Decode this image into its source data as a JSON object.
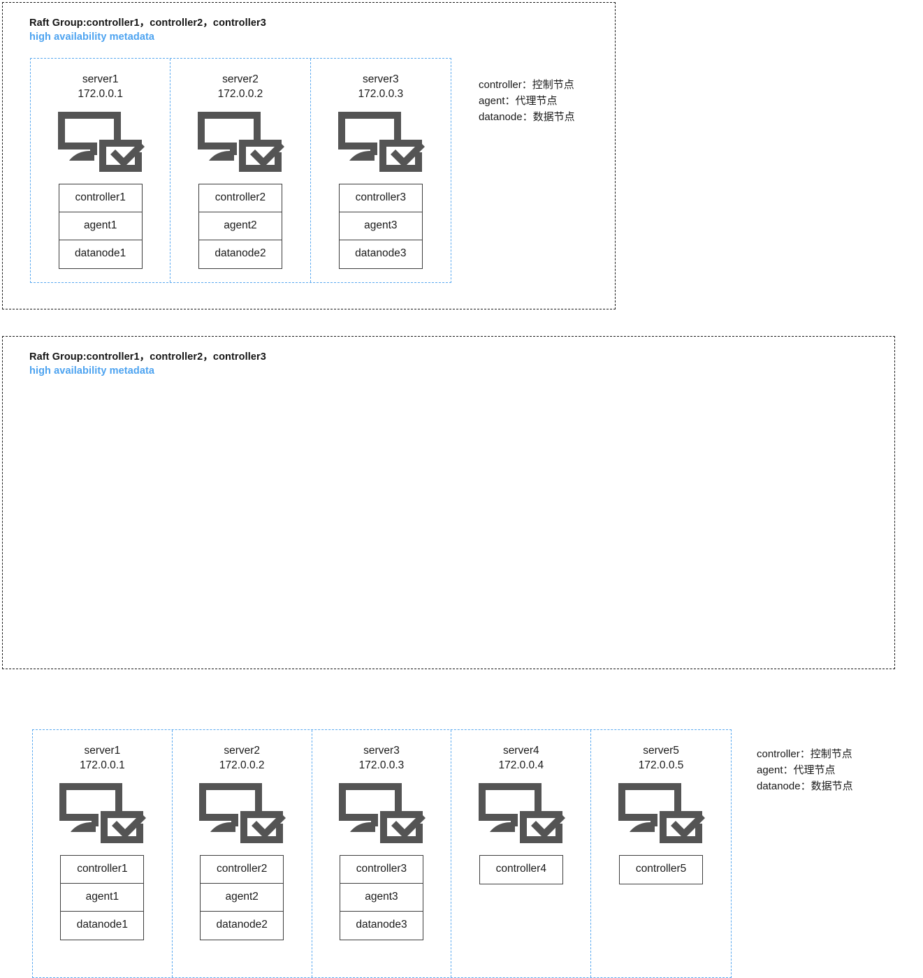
{
  "panels": [
    {
      "id": "top",
      "raft_title": "Raft Group:controller1，controller2，controller3",
      "ha_subtitle": "high availability metadata",
      "servers": [
        {
          "name": "server1",
          "ip": "172.0.0.1",
          "icon": "monitor-check-icon",
          "roles": [
            "controller1",
            "agent1",
            "datanode1"
          ]
        },
        {
          "name": "server2",
          "ip": "172.0.0.2",
          "icon": "monitor-check-icon",
          "roles": [
            "controller2",
            "agent2",
            "datanode2"
          ]
        },
        {
          "name": "server3",
          "ip": "172.0.0.3",
          "icon": "monitor-check-icon",
          "roles": [
            "controller3",
            "agent3",
            "datanode3"
          ]
        }
      ],
      "legend": [
        "controller：控制节点",
        "agent：代理节点",
        "datanode：数据节点"
      ]
    },
    {
      "id": "bottom",
      "raft_title": "Raft Group:controller1，controller2，controller3",
      "ha_subtitle": "high availability metadata",
      "servers": [
        {
          "name": "server1",
          "ip": "172.0.0.1",
          "icon": "monitor-check-icon",
          "roles": [
            "controller1",
            "agent1",
            "datanode1"
          ]
        },
        {
          "name": "server2",
          "ip": "172.0.0.2",
          "icon": "monitor-check-icon",
          "roles": [
            "controller2",
            "agent2",
            "datanode2"
          ]
        },
        {
          "name": "server3",
          "ip": "172.0.0.3",
          "icon": "monitor-check-icon",
          "roles": [
            "controller3",
            "agent3",
            "datanode3"
          ]
        },
        {
          "name": "server4",
          "ip": "172.0.0.4",
          "icon": "monitor-check-icon",
          "roles": [
            "controller4"
          ]
        },
        {
          "name": "server5",
          "ip": "172.0.0.5",
          "icon": "monitor-check-icon",
          "roles": [
            "controller5"
          ]
        }
      ],
      "legend": [
        "controller：控制节点",
        "agent：代理节点",
        "datanode：数据节点"
      ]
    }
  ],
  "colors": {
    "accent_blue": "#4da3f0",
    "rack_border_blue": "#5aa9f0",
    "panel_border": "#1a1a1a",
    "icon_gray": "#545454",
    "box_border": "#3d3d3d",
    "text": "#1a1a1a"
  }
}
